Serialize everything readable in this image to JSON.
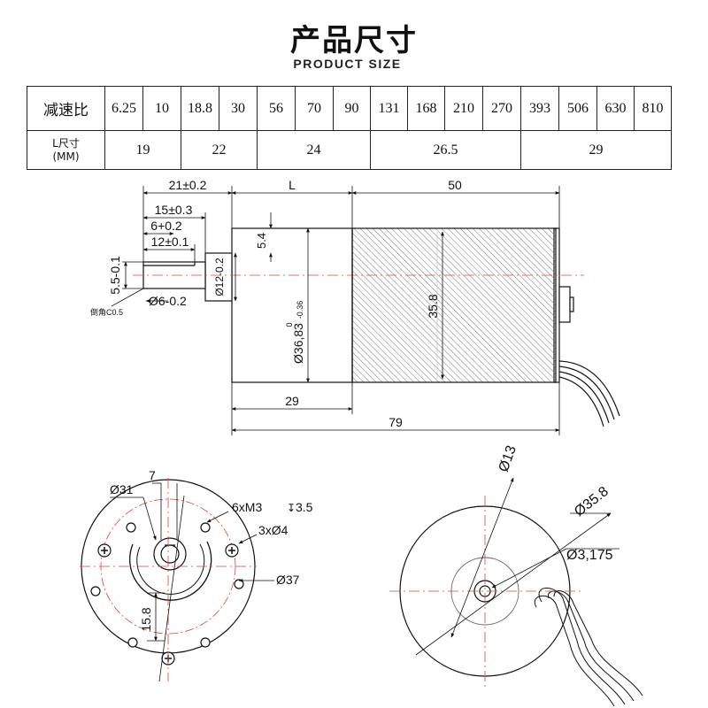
{
  "header": {
    "title": "产品尺寸",
    "subtitle": "PRODUCT SIZE"
  },
  "table": {
    "row1_label": "减速比",
    "ratios": [
      "6.25",
      "10",
      "18.8",
      "30",
      "56",
      "70",
      "90",
      "131",
      "168",
      "210",
      "270",
      "393",
      "506",
      "630",
      "810"
    ],
    "row2_label_line1": "L尺寸",
    "row2_label_line2": "(MM)",
    "l_values": [
      {
        "value": "19",
        "span": 2
      },
      {
        "value": "22",
        "span": 2
      },
      {
        "value": "24",
        "span": 3
      },
      {
        "value": "26.5",
        "span": 4
      },
      {
        "value": "29",
        "span": 4
      }
    ]
  },
  "side_view": {
    "dim_21": "21±0.2",
    "dim_L": "L",
    "dim_50": "50",
    "dim_15": "15±0.3",
    "dim_6": "6+0.2",
    "dim_12": "12±0.1",
    "dim_54": "5.4",
    "dim_55": "5.5-0.1",
    "dim_phi12": "Ø12-0.2",
    "dim_phi6": "Ø6-0.2",
    "chamfer": "倒角C0.5",
    "dim_3683": "Ø36,83",
    "dim_3683_tol_upper": "0",
    "dim_3683_tol_lower": "-0.36",
    "dim_358": "35.8",
    "dim_29": "29",
    "dim_79": "79"
  },
  "front_view": {
    "dim_phi31": "Ø31",
    "dim_7": "7",
    "dim_m3": "6xM3",
    "dim_m3_depth": "3.5",
    "dim_3x4": "3xØ4",
    "dim_phi37": "Ø37",
    "dim_158": "15.8"
  },
  "rear_view": {
    "dim_phi13": "Ø13",
    "dim_phi358": "Ø35.8",
    "dim_phi3175": "Ø3,175"
  },
  "colors": {
    "line": "#111111",
    "center_line": "#e04040",
    "body_fill": "#ffffff",
    "hatch": "#777777"
  }
}
